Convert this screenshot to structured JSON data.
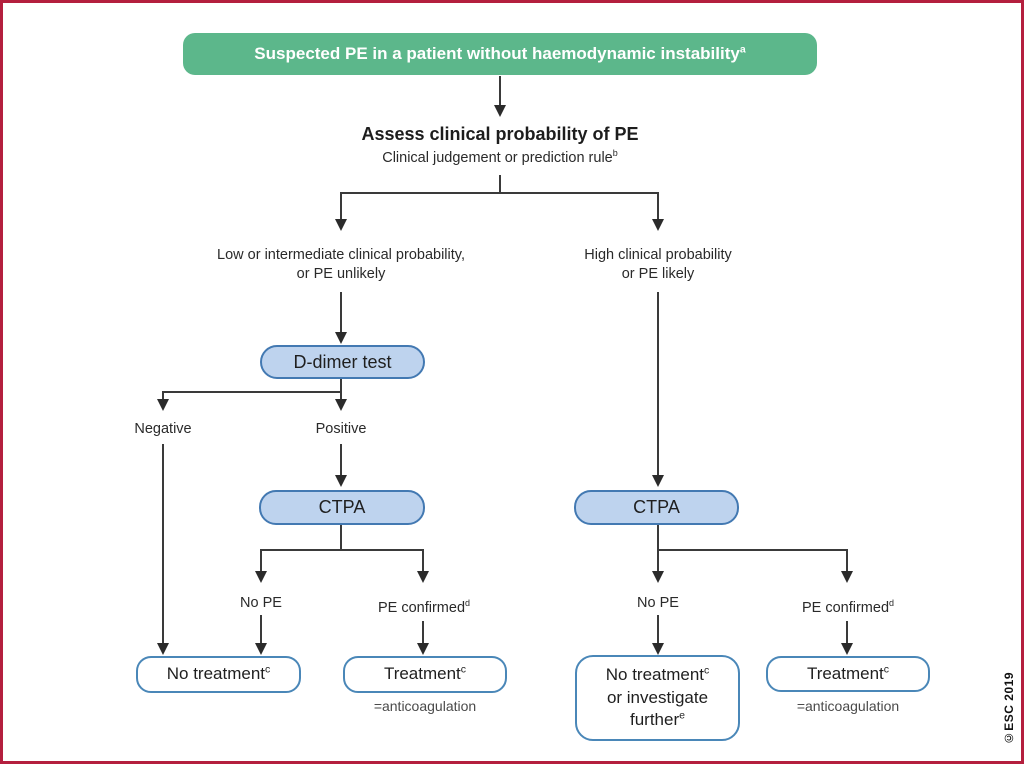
{
  "colors": {
    "frame_red": "#b41f3e",
    "green": "#5cb78b",
    "blue_fill": "#bed3ee",
    "blue_border": "#4379b2",
    "outline_blue": "#4a87b8"
  },
  "frame": {
    "copyright": "©ESC 2019"
  },
  "flow": {
    "start": {
      "text": "Suspected PE in a patient without haemodynamic instability",
      "sup": "a"
    },
    "assess": {
      "title": "Assess clinical probability of PE",
      "subtitle": "Clinical judgement or prediction rule",
      "subtitle_sup": "b"
    },
    "branch_left": {
      "line1": "Low or intermediate clinical probability,",
      "line2": "or PE unlikely"
    },
    "branch_right": {
      "line1": "High clinical probability",
      "line2": "or PE likely"
    },
    "ddimer": {
      "label": "D-dimer test"
    },
    "negative": "Negative",
    "positive": "Positive",
    "ctpa_left": {
      "label": "CTPA"
    },
    "ctpa_right": {
      "label": "CTPA"
    },
    "no_pe_left": "No PE",
    "pe_confirmed_left": {
      "text": "PE confirmed",
      "sup": "d"
    },
    "no_pe_right": "No PE",
    "pe_confirmed_right": {
      "text": "PE confirmed",
      "sup": "d"
    },
    "no_treatment": {
      "text": "No treatment",
      "sup": "c"
    },
    "treatment_left": {
      "text": "Treatment",
      "sup": "c"
    },
    "anticoagulation_left": "=anticoagulation",
    "no_treatment_investigate": {
      "line1_text": "No treatment",
      "line1_sup": "c",
      "line2": "or investigate",
      "line3_text": "further",
      "line3_sup": "e"
    },
    "treatment_right": {
      "text": "Treatment",
      "sup": "c"
    },
    "anticoagulation_right": "=anticoagulation"
  }
}
